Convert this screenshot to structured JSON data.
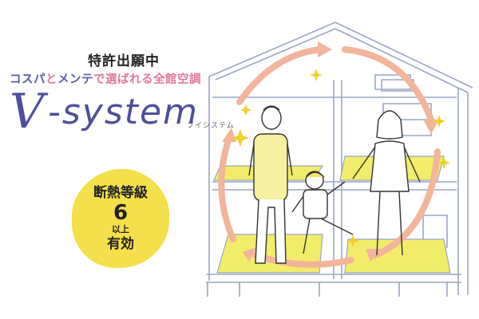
{
  "header": {
    "patent": "特許出願中",
    "tagline": {
      "part1": "コスパ",
      "part2": "と",
      "part3": "メンテ",
      "part4": "で選ばれる全館空調"
    }
  },
  "logo": {
    "v": "V",
    "system": "-system",
    "kana": "ブイシステム"
  },
  "badge": {
    "line1": "断熱等級",
    "line2": "6",
    "line3": "以上",
    "line4": "有効"
  },
  "colors": {
    "brand": "#4E4E9C",
    "accent": "#E07898",
    "badge": "#F3E04A",
    "floor": "#F1EC6A",
    "arrow": "#F2B49A",
    "sparkle": "#F0D028"
  }
}
